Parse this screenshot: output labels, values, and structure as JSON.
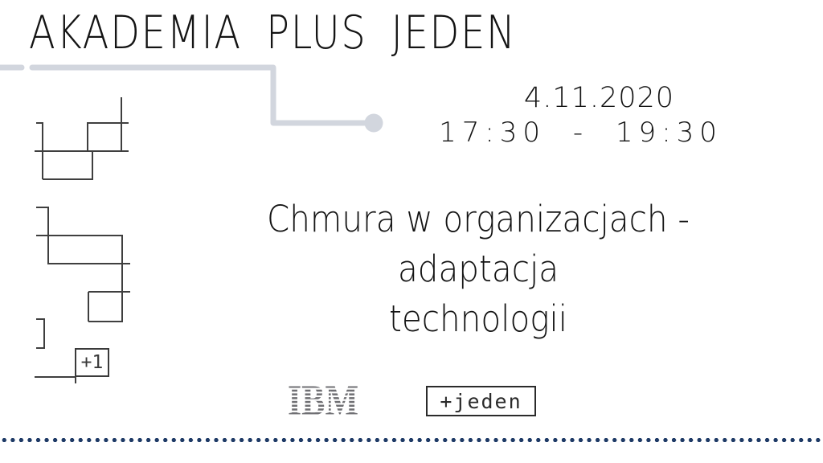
{
  "slide": {
    "header_title": "AKADEMIA PLUS JEDEN",
    "schedule": {
      "date": "4.11.2020",
      "time": "17:30 - 19:30"
    },
    "topic_line1": "Chmura w organizacjach - adaptacja",
    "topic_line2": "technologii",
    "plus_one_badge": "+1",
    "logos": {
      "ibm": "IBM",
      "plus_jeden": "+jeden"
    },
    "colors": {
      "connector_gray": "#d2d6de",
      "decor_line_gray": "#3f3f3f",
      "dot_navy": "#1e3a66",
      "text_dark": "#141414",
      "ibm_gray": "#6f6f73"
    }
  }
}
